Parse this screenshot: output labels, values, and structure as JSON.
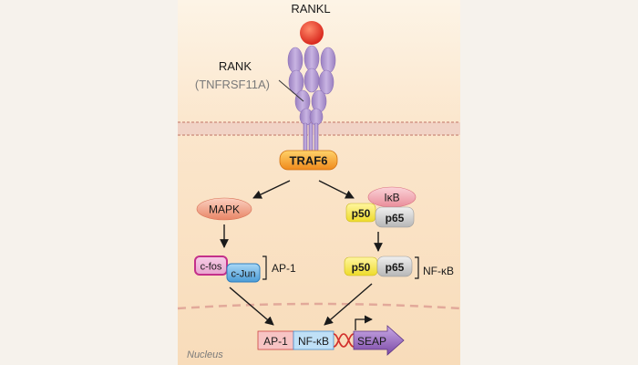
{
  "diagram": {
    "ligand": "RANKL",
    "receptor": {
      "name": "RANK",
      "gene": "(TNFRSF11A)"
    },
    "adaptor": "TRAF6",
    "left_branch": {
      "kinase": "MAPK",
      "factors": [
        "c-fos",
        "c-Jun"
      ],
      "complex": "AP-1"
    },
    "right_branch": {
      "inhibitor": "IκB",
      "subunits": [
        "p50",
        "p65"
      ],
      "complex": "NF-κB"
    },
    "promoter": {
      "elements": [
        "AP-1",
        "NF-κB"
      ],
      "reporter": "SEAP"
    },
    "compartment": "Nucleus"
  },
  "colors": {
    "background": "#f6f2ec",
    "panel": "#fbe7cc",
    "membrane": "#e9c7bb",
    "receptor": "#b49ad0",
    "ligand": "#e5362b",
    "traf6": "#f6a623",
    "mapk": "#f2a58c",
    "cfos": "#d04a9c",
    "cjun": "#4fa3dc",
    "p50": "#f3e73a",
    "p65": "#bcbcbc",
    "ikb": "#ec9aa5",
    "seap": "#8a5cb0",
    "dna": "#d2302c"
  }
}
